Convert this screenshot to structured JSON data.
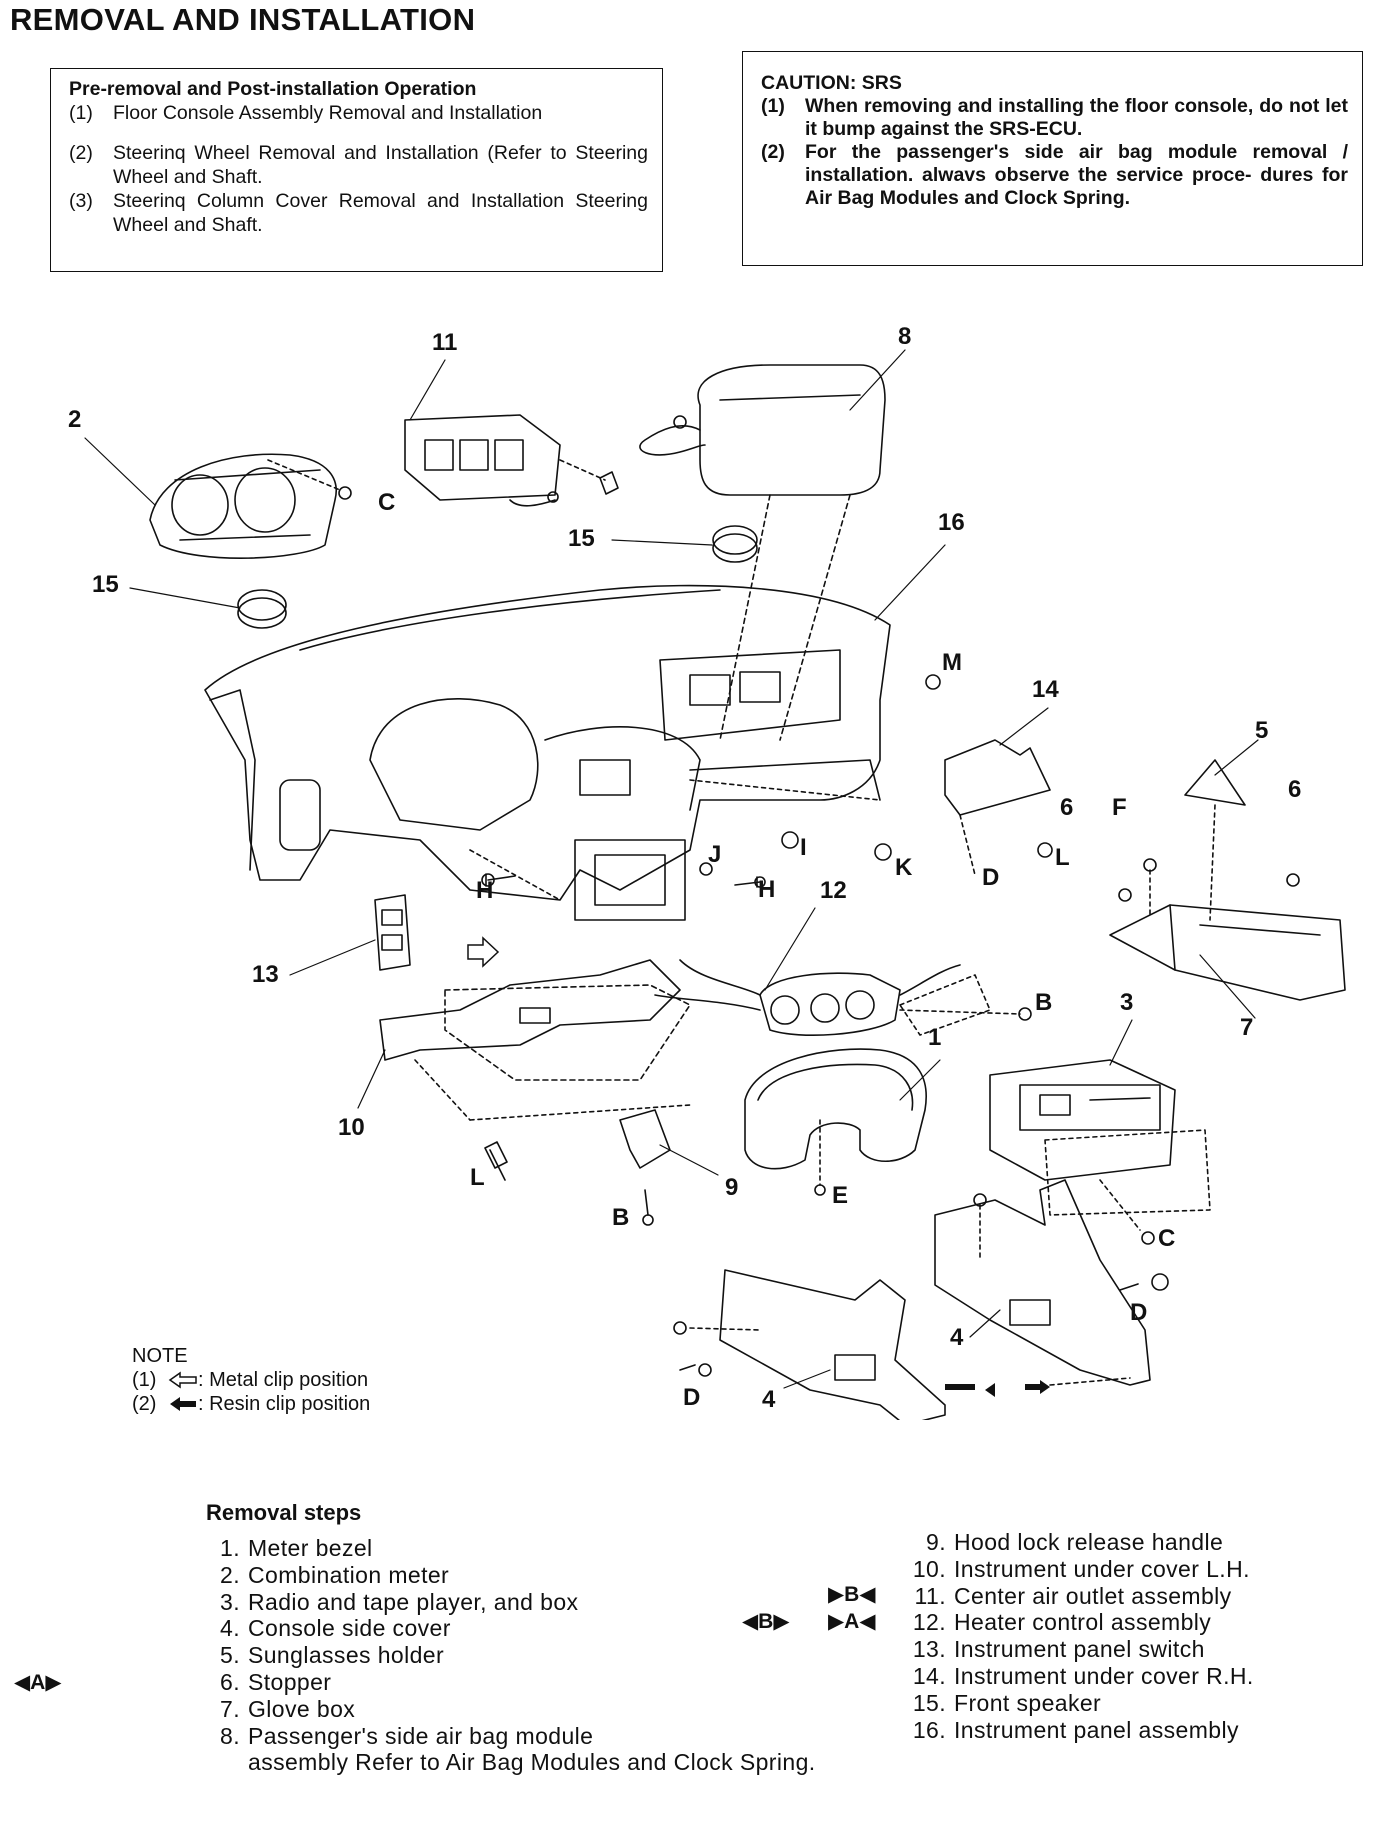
{
  "title": "REMOVAL AND INSTALLATION",
  "pre_box": {
    "heading": "Pre-removal and Post-installation Operation",
    "items": [
      {
        "num": "(1)",
        "text": "Floor Console Assembly Removal and Installation"
      },
      {
        "num": "(2)",
        "text": "Steerinq Wheel Removal and Installation (Refer to Steering Wheel and Shaft."
      },
      {
        "num": "(3)",
        "text": "Steerinq Column Cover Removal and Installation Steering Wheel and Shaft."
      }
    ]
  },
  "caution_box": {
    "heading": "CAUTION: SRS",
    "items": [
      {
        "num": "(1)",
        "text": "When removing and installing the floor console, do not let it bump against the SRS-ECU."
      },
      {
        "num": "(2)",
        "text": "For the passenger's side air bag module removal / installation. alwavs observe the service proce- dures for Air Bag Modules and Clock Spring."
      }
    ]
  },
  "diagram_labels": {
    "n1": "1",
    "n2": "2",
    "n3": "3",
    "n4": "4",
    "n5": "5",
    "n6": "6",
    "n7": "7",
    "n8": "8",
    "n9": "9",
    "n10": "10",
    "n11": "11",
    "n12": "12",
    "n13": "13",
    "n14": "14",
    "n15": "15",
    "n16": "16",
    "B": "B",
    "C": "C",
    "D": "D",
    "E": "E",
    "F": "F",
    "H": "H",
    "I": "I",
    "J": "J",
    "K": "K",
    "L": "L",
    "M": "M"
  },
  "note": {
    "title": "NOTE",
    "items": [
      {
        "num": "(1)",
        "text": ": Metal clip position"
      },
      {
        "num": "(2)",
        "text": ": Resin clip position"
      }
    ]
  },
  "removal_steps": {
    "title": "Removal steps",
    "left": [
      {
        "n": "1.",
        "text": "Meter bezel"
      },
      {
        "n": "2.",
        "text": "Combination meter"
      },
      {
        "n": "3.",
        "text": "Radio and tape player, and box"
      },
      {
        "n": "4.",
        "text": "Console side cover"
      },
      {
        "n": "5.",
        "text": "Sunglasses holder"
      },
      {
        "n": "6.",
        "text": "Stopper"
      },
      {
        "n": "7.",
        "text": "Glove box"
      },
      {
        "n": "8.",
        "text": "Passenger's side air bag module"
      }
    ],
    "left_continuation": "assembly Refer to Air Bag Modules and Clock Spring.",
    "right": [
      {
        "n": "9.",
        "text": "Hood lock release handle"
      },
      {
        "n": "10.",
        "text": "Instrument under cover L.H."
      },
      {
        "n": "11.",
        "text": "Center air outlet assembly"
      },
      {
        "n": "12.",
        "text": "Heater control assembly"
      },
      {
        "n": "13.",
        "text": "Instrument panel switch"
      },
      {
        "n": "14.",
        "text": "Instrument under cover R.H."
      },
      {
        "n": "15.",
        "text": "Front speaker"
      },
      {
        "n": "16.",
        "text": "Instrument panel assembly"
      }
    ],
    "marks": {
      "step6": "◀A▶",
      "step11": "▶B◀",
      "step12_left": "◀B▶",
      "step12_right": "▶A◀"
    }
  }
}
